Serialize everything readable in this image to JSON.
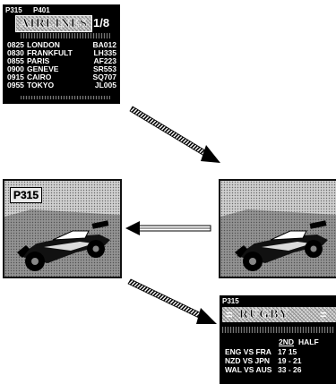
{
  "airlines": {
    "page_left": "P315",
    "page_right": "P401",
    "title": "AIRLINES",
    "pages": "1/8",
    "flights": [
      {
        "time": "0825",
        "city": "LONDON",
        "code": "BA012"
      },
      {
        "time": "0830",
        "city": "FRANKFULT",
        "code": "LH335"
      },
      {
        "time": "0855",
        "city": "PARIS",
        "code": "AF223"
      },
      {
        "time": "0900",
        "city": "GENEVE",
        "code": "SR553"
      },
      {
        "time": "0915",
        "city": "CAIRO",
        "code": "SQ707"
      },
      {
        "time": "0955",
        "city": "TOKYO",
        "code": "JL005"
      }
    ]
  },
  "tv_left": {
    "page_label": "P315"
  },
  "rugby": {
    "page": "P315",
    "title": "RUGBY",
    "eq_left": "=",
    "eq_right": "=",
    "half_heading_num": "2ND",
    "half_heading_word": "HALF",
    "results": [
      {
        "match": "ENG  VS  FRA",
        "score": "17  15"
      },
      {
        "match": "NZD  VS  JPN",
        "score": "19 - 21"
      },
      {
        "match": "WAL  VS  AUS",
        "score": "33 - 26"
      }
    ]
  }
}
